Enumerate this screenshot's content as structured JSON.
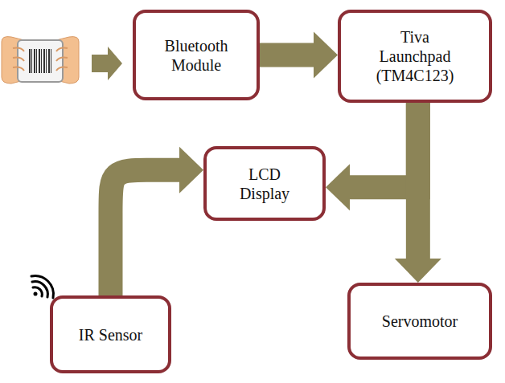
{
  "diagram": {
    "nodes": [
      {
        "text": [
          "Bluetooth Module"
        ]
      },
      {
        "text": [
          "Tiva Launchpad (TM4C123)"
        ]
      },
      {
        "text": [
          "LCD Display"
        ]
      },
      {
        "text": [
          "IR Sensor"
        ]
      },
      {
        "text": [
          "Servomotor"
        ]
      }
    ],
    "edges": [
      {
        "from": 0,
        "to": 1,
        "arrow": "to"
      },
      {
        "from": 1,
        "to": 2,
        "arrow": "to"
      },
      {
        "from": 1,
        "to": 4,
        "arrow": "to"
      },
      {
        "from": 3,
        "to": 2,
        "arrow": "to"
      }
    ]
  }
}
